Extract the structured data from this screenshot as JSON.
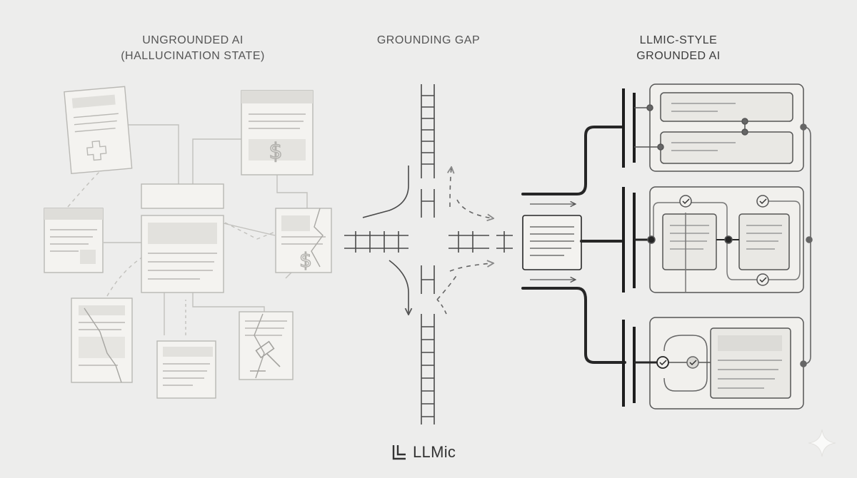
{
  "panels": {
    "left": {
      "title_line1": "UNGROUNDED AI",
      "title_line2": "(HALLUCINATION STATE)"
    },
    "middle": {
      "title": "GROUNDING GAP"
    },
    "right": {
      "title_line1": "LLMIC-STYLE",
      "title_line2": "GROUNDED AI"
    }
  },
  "brand": {
    "name": "LLMic",
    "icon": "llmic-logo-icon"
  },
  "corner_icon": "sparkle-icon",
  "colors": {
    "background": "#ededec",
    "faded_doc": "#f3f2ef",
    "faded_stroke": "#b5b4b0",
    "dark_stroke": "#262626",
    "mid_stroke": "#6e6e6e"
  }
}
